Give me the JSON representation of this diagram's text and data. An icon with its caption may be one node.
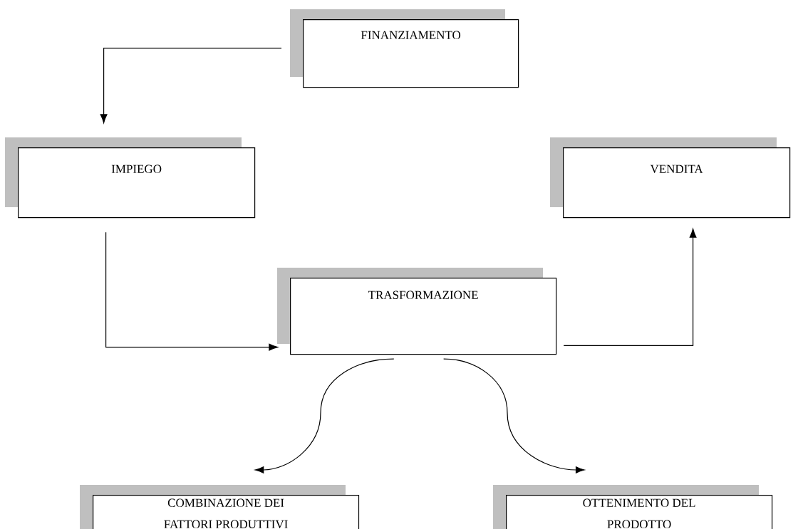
{
  "diagram": {
    "nodes": [
      {
        "text": [
          "FINANZIAMENTO"
        ]
      },
      {
        "text": [
          "IMPIEGO"
        ]
      },
      {
        "text": [
          "VENDITA"
        ]
      },
      {
        "text": [
          "TRASFORMAZIONE"
        ]
      },
      {
        "text": [
          "COMBINAZIONE DEI FATTORI PRODUTTIVI"
        ]
      },
      {
        "text": [
          "OTTENIMENTO DEL PRODOTTO"
        ]
      }
    ],
    "edges": [
      {
        "from": 0,
        "to": 1,
        "arrow": "to"
      },
      {
        "from": 1,
        "to": 3,
        "arrow": "to"
      },
      {
        "from": 3,
        "to": 2,
        "arrow": "to"
      },
      {
        "from": 3,
        "to": 4,
        "arrow": "to"
      },
      {
        "from": 3,
        "to": 5,
        "arrow": "to"
      }
    ]
  }
}
